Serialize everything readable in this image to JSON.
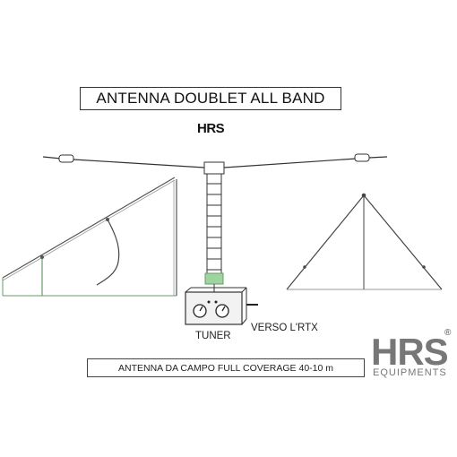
{
  "title": "ANTENNA DOUBLET ALL BAND",
  "logo_small": "HRS",
  "labels": {
    "tuner": "TUNER",
    "verso": "VERSO L'RTX",
    "coverage": "ANTENNA DA CAMPO  FULL COVERAGE  40-10 m"
  },
  "brand": {
    "name": "HRS",
    "sub": "EQUIPMENTS",
    "reg": "®"
  },
  "colors": {
    "line": "#333333",
    "mast_green": "#6a9a6a",
    "balun_green": "#9fd49f",
    "tuner_fill": "#f2f2f2",
    "brand_gray": "#777777"
  }
}
